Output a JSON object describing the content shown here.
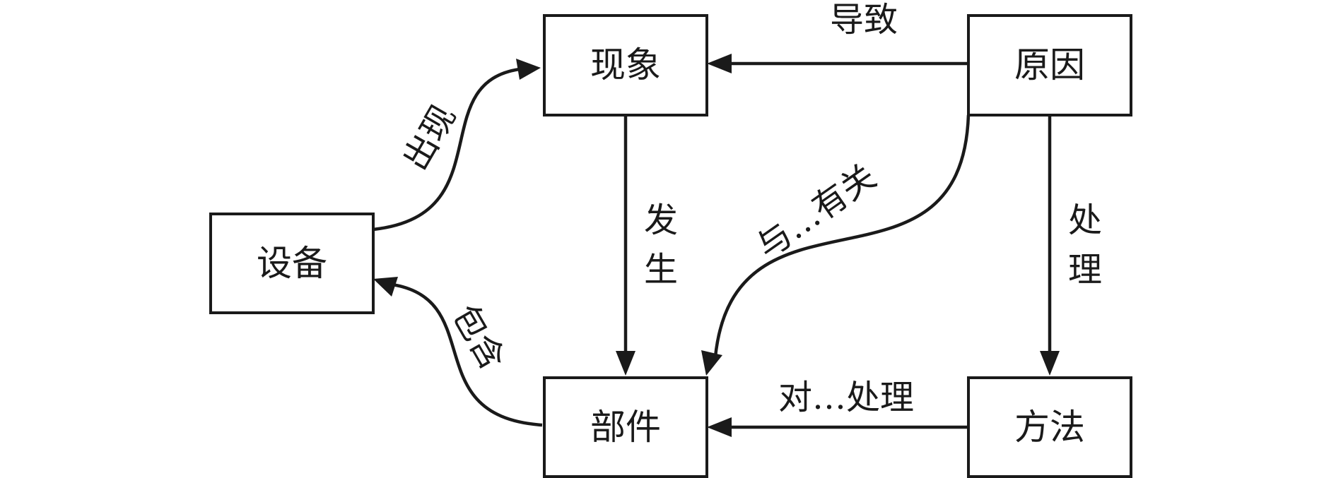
{
  "nodes": {
    "equipment": "设备",
    "phenomenon": "现象",
    "cause": "原因",
    "component": "部件",
    "method": "方法"
  },
  "edges": {
    "appear": "出现",
    "lead_to": "导致",
    "occur_line1": "发",
    "occur_line2": "生",
    "related_to": "与…有关",
    "handle_line1": "处",
    "handle_line2": "理",
    "handle_for": "对…处理",
    "contain": "包含"
  },
  "colors": {
    "stroke": "#1a1a1a",
    "background": "#ffffff"
  }
}
